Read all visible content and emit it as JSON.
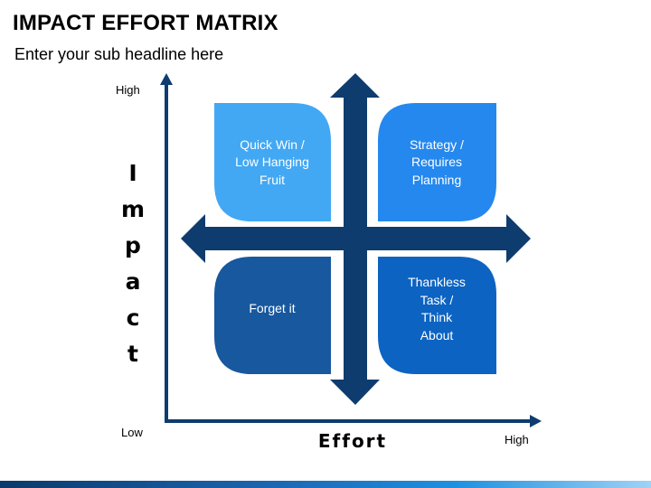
{
  "header": {
    "title": "IMPACT EFFORT MATRIX",
    "subtitle": "Enter your sub headline here"
  },
  "axes": {
    "y_label": "Impact",
    "y_high": "High",
    "y_low": "Low",
    "x_label": "Effort",
    "x_high": "High"
  },
  "quadrants": [
    {
      "label": "Quick Win / Low Hanging Fruit",
      "lines": [
        "Quick Win /",
        "Low Hanging",
        "Fruit"
      ],
      "color": "#42a8f4"
    },
    {
      "label": "Strategy / Requires Planning",
      "lines": [
        "Strategy /",
        "Requires",
        "Planning"
      ],
      "color": "#2588ee"
    },
    {
      "label": "Forget it",
      "lines": [
        "Forget it"
      ],
      "color": "#17589e"
    },
    {
      "label": "Thankless Task / Think About",
      "lines": [
        "Thankless",
        "Task /",
        "Think",
        "About"
      ],
      "color": "#0c63c2"
    }
  ],
  "colors": {
    "arrow": "#0e3c6e",
    "axis": "#0e3c6e"
  }
}
